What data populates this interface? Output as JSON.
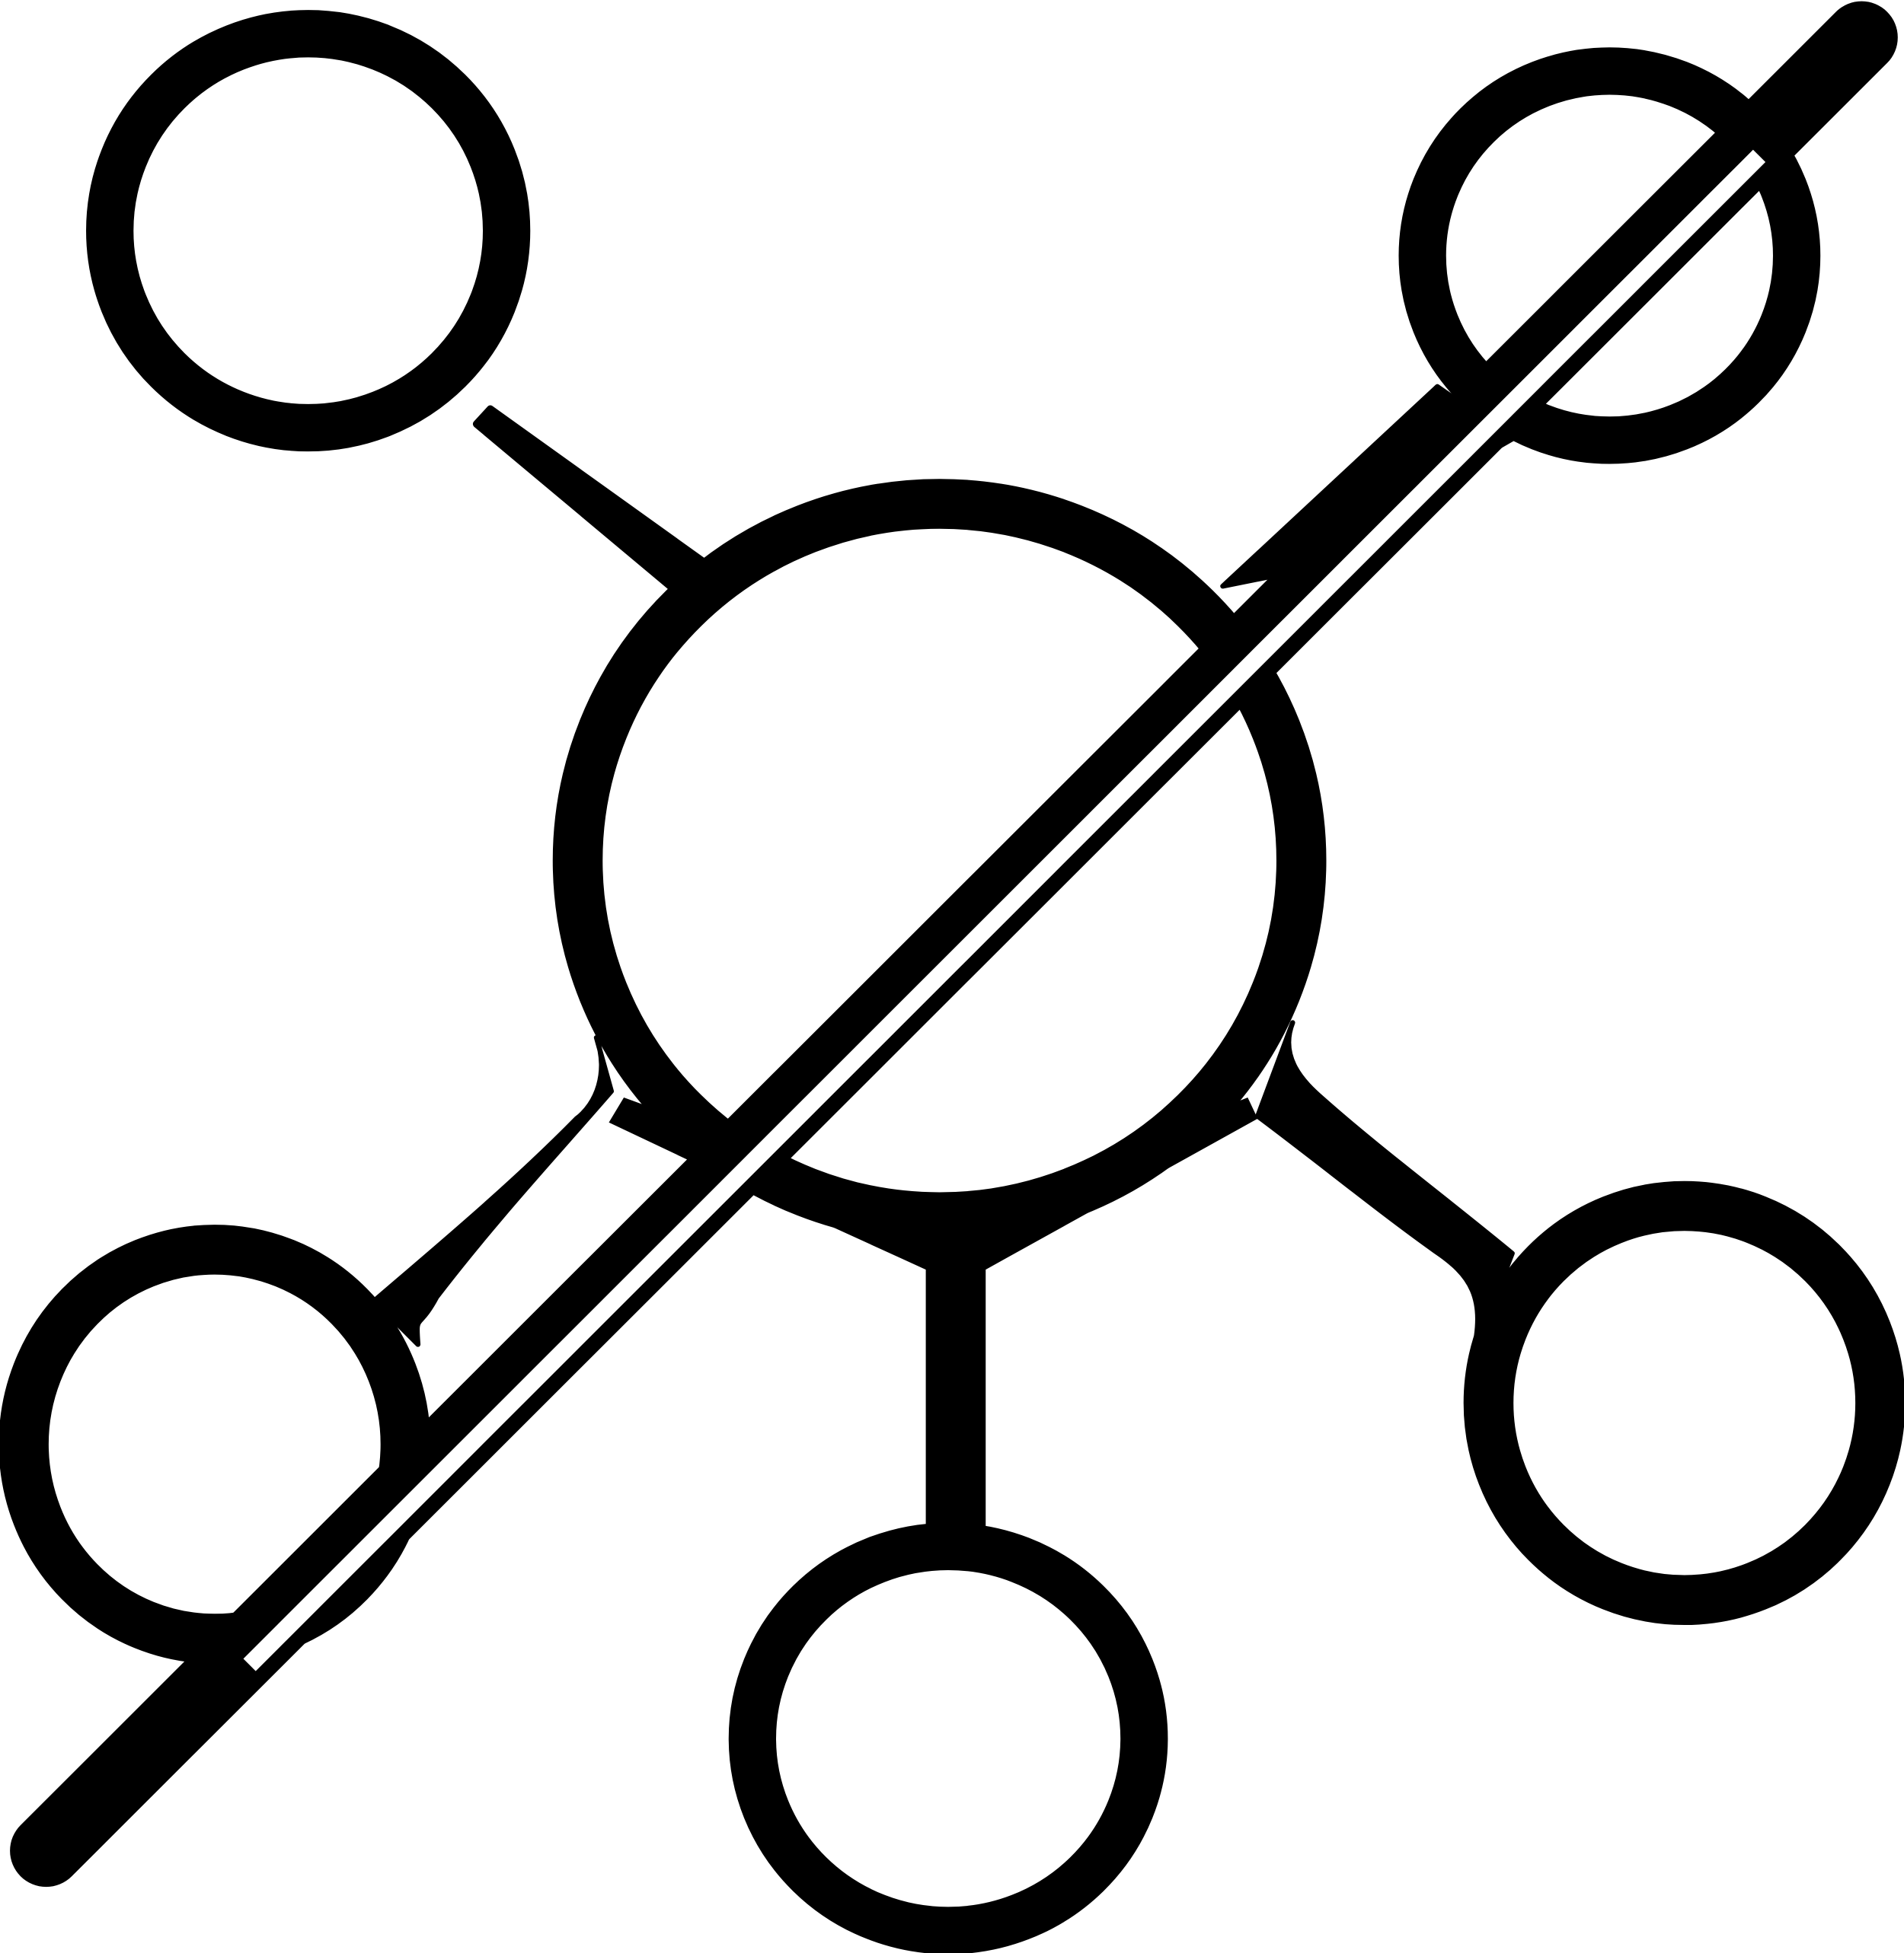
{
  "icon": {
    "name": "network-off-icon",
    "color": "#000000",
    "background": "#ffffff",
    "nodes": [
      "hub-node",
      "top-left-node",
      "top-right-node",
      "left-node",
      "bottom-node",
      "right-node"
    ],
    "slash": "diagonal-strike"
  }
}
